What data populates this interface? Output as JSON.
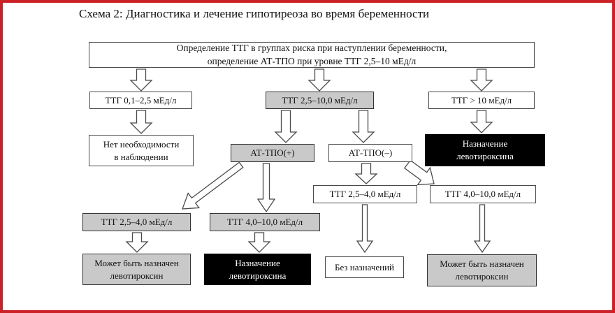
{
  "title": "Схема 2: Диагностика и лечение гипотиреоза во время беременности",
  "colors": {
    "frame_red": "#cb2127",
    "node_gray": "#c9c9c9",
    "node_black": "#000000",
    "node_border": "#4a4a4a",
    "arrow_outline": "#4a4a4a"
  },
  "nodes": {
    "root": {
      "lines": [
        "Определение ТТГ в группах риска при наступлении беременности,",
        "определение АТ-ТПО при уровне ТТГ 2,5–10 мЕд/л"
      ]
    },
    "tsh_low": {
      "lines": [
        "ТТГ 0,1–2,5 мЕд/л"
      ]
    },
    "tsh_mid": {
      "lines": [
        "ТТГ 2,5–10,0 мЕд/л"
      ]
    },
    "tsh_high": {
      "lines": [
        "ТТГ > 10 мЕд/л"
      ]
    },
    "no_followup": {
      "lines": [
        "Нет необходимости",
        "в наблюдении"
      ]
    },
    "tpo_pos": {
      "lines": [
        "АТ-ТПО(+)"
      ]
    },
    "tpo_neg": {
      "lines": [
        "АТ-ТПО(–)"
      ]
    },
    "levo_right": {
      "lines": [
        "Назначение",
        "левотироксина"
      ]
    },
    "tsh_25_40_white": {
      "lines": [
        "ТТГ 2,5–4,0 мЕд/л"
      ]
    },
    "tsh_40_100_white": {
      "lines": [
        "ТТГ 4,0–10,0 мЕд/л"
      ]
    },
    "tsh_25_40_gray": {
      "lines": [
        "ТТГ 2,5–4,0 мЕд/л"
      ]
    },
    "tsh_40_100_gray": {
      "lines": [
        "ТТГ 4,0–10,0 мЕд/л"
      ]
    },
    "maybe_levo_left": {
      "lines": [
        "Может быть назначен",
        "левотироксин"
      ]
    },
    "levo_center": {
      "lines": [
        "Назначение",
        "левотироксина"
      ]
    },
    "no_prescription": {
      "lines": [
        "Без назначений"
      ]
    },
    "maybe_levo_right": {
      "lines": [
        "Может быть назначен",
        "левотироксин"
      ]
    }
  }
}
